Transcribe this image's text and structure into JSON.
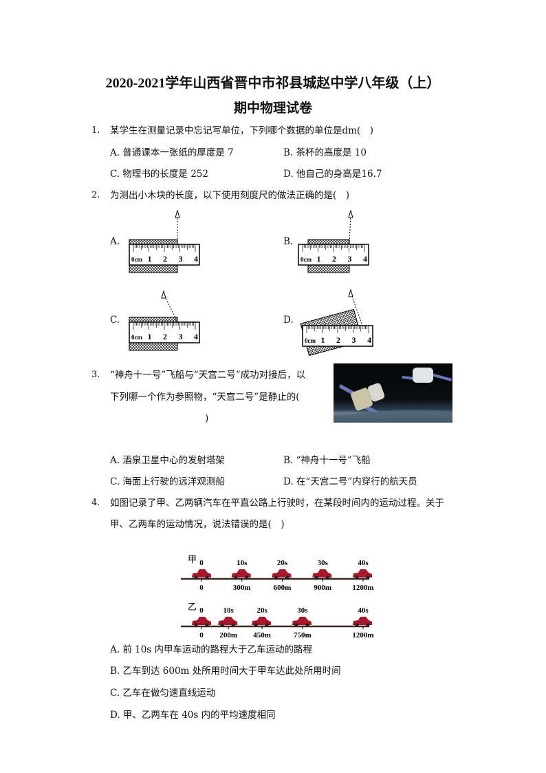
{
  "header": {
    "title": "2020-2021学年山西省晋中市祁县城赵中学八年级（上）",
    "subtitle": "期中物理试卷"
  },
  "questions": [
    {
      "number": "1.",
      "stem": [
        "某学生在测量记录中忘记写单位，下列哪个数据的单位是dm(　)"
      ],
      "options": [
        "A. 普通课本一张纸的厚度是 7",
        "B. 茶杯的高度是 10",
        "C. 物理书的长度是 252",
        "D. 他自己的身高是16.7"
      ]
    },
    {
      "number": "2.",
      "stem": [
        "为测出小木块的长度，以下使用刻度尺的做法正确的是(　)"
      ],
      "options": [
        "A.",
        "B.",
        "C.",
        "D."
      ],
      "ruler_labels": [
        "0cm",
        "1",
        "2",
        "3",
        "4"
      ]
    },
    {
      "number": "3.",
      "stem": [
        "“神舟十一号”飞船与“天宫二号”成功对接后，以",
        "下列哪一个作为参照物，“天宫二号”是静止的(",
        ")"
      ],
      "options": [
        "A. 酒泉卫星中心的发射塔架",
        "B. “神舟十一号”飞船",
        "C. 海面上行驶的远洋观测船",
        "D. 在“天宫二号”内穿行的航天员"
      ]
    },
    {
      "number": "4.",
      "stem": [
        "如图记录了甲、乙两辆汽车在平直公路上行驶时，在某段时间内的运动过程。关于",
        "甲、乙两车的运动情况，说法错误的是(　)"
      ],
      "diagram": {
        "car_a": {
          "label": "甲",
          "times": [
            "0",
            "10s",
            "20s",
            "30s",
            "40s"
          ],
          "distances": [
            "0",
            "300m",
            "600m",
            "900m",
            "1200m"
          ],
          "positions_m": [
            0,
            300,
            600,
            900,
            1200
          ]
        },
        "car_b": {
          "label": "乙",
          "times": [
            "0",
            "10s",
            "20s",
            "30s",
            "40s"
          ],
          "distances": [
            "0",
            "200m",
            "450m",
            "750m",
            "1200m"
          ],
          "positions_m": [
            0,
            200,
            450,
            750,
            1200
          ]
        }
      },
      "options": [
        "A. 前 10s 内甲车运动的路程大于乙车运动的路程",
        "B. 乙车到达 600m 处所用时间大于甲车达此处所用时间",
        "C. 乙车在做匀速直线运动",
        "D. 甲、乙两车在 40s 内的平均速度相同"
      ]
    }
  ]
}
